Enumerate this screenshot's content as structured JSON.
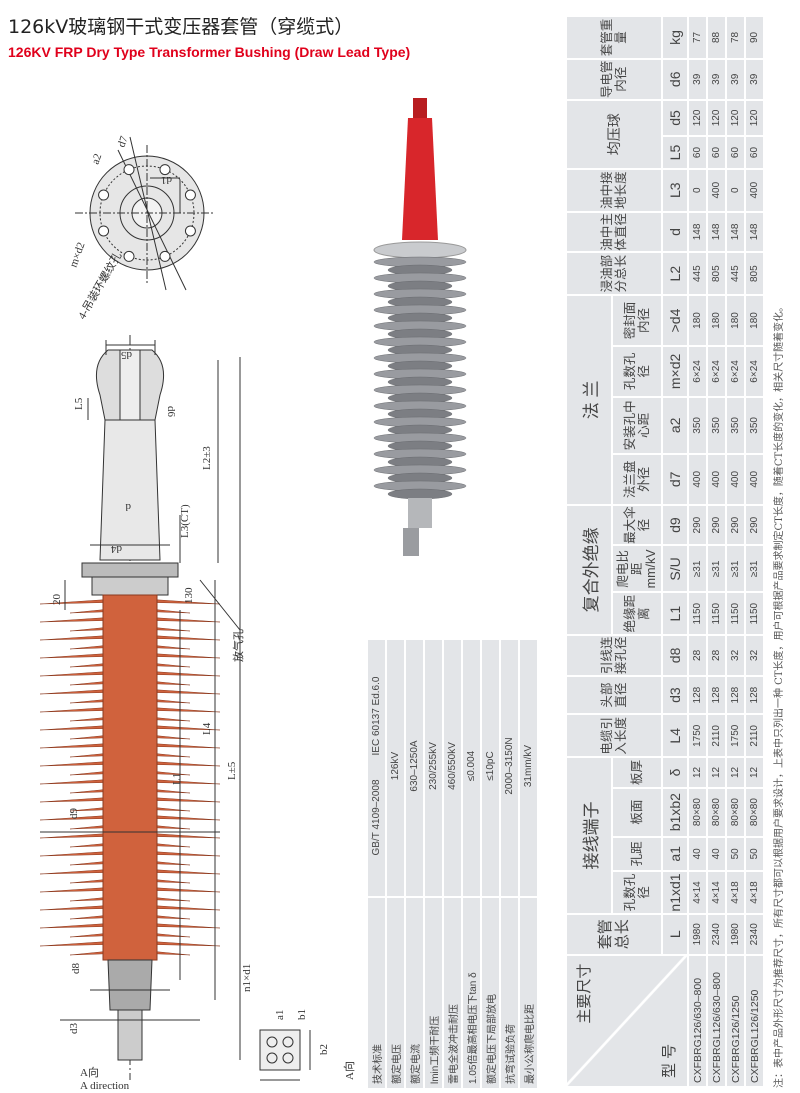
{
  "title": "126kV玻璃钢干式变压器套管（穿缆式）",
  "subtitle": "126KV FRP Dry Type Transformer Bushing (Draw Lead Type)",
  "colors": {
    "subtitle": "#e0001b",
    "insulator": "#d0623d",
    "photo_top": "#d8262b",
    "photo_sheds": "#8d8f94",
    "table_cell": "#e3e5e8"
  },
  "drawing_labels": {
    "d7": "d7",
    "a2": "a2",
    "d1": "d1",
    "mxd2": "m×d2",
    "lifting": "4-吊装环螺纹孔",
    "d5": "d5",
    "L5": "L5",
    "d6": "d6",
    "L2": "L2±3",
    "d": "d",
    "L3": "L3(CT)",
    "d4": "d4",
    "dim20": "20",
    "dim130": "130",
    "vent": "放气孔",
    "L4": "L4",
    "L": "L±5",
    "L1": "L1",
    "d9": "d9",
    "d8": "d8",
    "d3": "d3",
    "a_dir_cn": "A向",
    "a_dir_en": "A direction",
    "n1xd1": "n1×d1",
    "b1": "b1",
    "a1": "a1",
    "b2": "b2",
    "a_view": "A向"
  },
  "spec_table": [
    {
      "label": "技术标准",
      "value": "GB/T 4109–2008",
      "value2": "IEC 60137 Ed.6.0"
    },
    {
      "label": "额定电压",
      "value": "126kV"
    },
    {
      "label": "额定电流",
      "value": "630–1250A"
    },
    {
      "label": "lmin工频干耐压",
      "value": "230/255kV"
    },
    {
      "label": "雷电全波冲击耐压",
      "value": "460/550kV"
    },
    {
      "label": "1.05倍最高相电压下tan δ",
      "value": "≤0.004"
    },
    {
      "label": "额定电压下局部放电",
      "value": "≤10pC"
    },
    {
      "label": "抗弯试验负荷",
      "value": "2000–3150N"
    },
    {
      "label": "最小公称爬电比距",
      "value": "31mm/kV"
    }
  ],
  "main_table": {
    "corner_top": "主要尺寸",
    "corner_bottom": "型 号",
    "groups": {
      "terminal": "接线端子",
      "insulation": "复合外绝缘",
      "flange": "法 兰",
      "ball": "均压球"
    },
    "columns": [
      {
        "label": "套管总长",
        "symbol": "L"
      },
      {
        "label": "孔数孔径",
        "symbol": "n1xd1"
      },
      {
        "label": "孔距",
        "symbol": "a1"
      },
      {
        "label": "板面",
        "symbol": "b1xb2"
      },
      {
        "label": "板厚",
        "symbol": "δ"
      },
      {
        "label": "电缆引入长度",
        "symbol": "L4"
      },
      {
        "label": "头部直径",
        "symbol": "d3"
      },
      {
        "label": "引线连接孔径",
        "symbol": "d8"
      },
      {
        "label": "绝缘距离",
        "symbol": "L1"
      },
      {
        "label": "爬电比距 mm/kV",
        "symbol": "S/U"
      },
      {
        "label": "最大伞径",
        "symbol": "d9"
      },
      {
        "label": "法兰盘外径",
        "symbol": "d7"
      },
      {
        "label": "安装孔中心距",
        "symbol": "a2"
      },
      {
        "label": "孔数孔径",
        "symbol": "m×d2"
      },
      {
        "label": "密封面内径",
        "symbol": ">d4"
      },
      {
        "label": "浸油部分总长",
        "symbol": "L2"
      },
      {
        "label": "油中主体直径",
        "symbol": "d"
      },
      {
        "label": "油中接地长度",
        "symbol": "L3"
      },
      {
        "label": "",
        "symbol": "L5"
      },
      {
        "label": "",
        "symbol": "d5"
      },
      {
        "label": "导电管内径",
        "symbol": "d6"
      },
      {
        "label": "套管重量",
        "symbol": "kg"
      }
    ],
    "rows": [
      {
        "model": "CXFBRG126/630–800",
        "values": [
          "1980",
          "4×14",
          "40",
          "80×80",
          "12",
          "1750",
          "128",
          "28",
          "1150",
          "≥31",
          "290",
          "400",
          "350",
          "6×24",
          "180",
          "445",
          "148",
          "0",
          "60",
          "120",
          "39",
          "77"
        ]
      },
      {
        "model": "CXFBRGL126/630–800",
        "values": [
          "2340",
          "4×14",
          "40",
          "80×80",
          "12",
          "2110",
          "128",
          "28",
          "1150",
          "≥31",
          "290",
          "400",
          "350",
          "6×24",
          "180",
          "805",
          "148",
          "400",
          "60",
          "120",
          "39",
          "88"
        ]
      },
      {
        "model": "CXFBRG126/1250",
        "values": [
          "1980",
          "4×18",
          "50",
          "80×80",
          "12",
          "1750",
          "128",
          "32",
          "1150",
          "≥31",
          "290",
          "400",
          "350",
          "6×24",
          "180",
          "445",
          "148",
          "0",
          "60",
          "120",
          "39",
          "78"
        ]
      },
      {
        "model": "CXFBRGL126/1250",
        "values": [
          "2340",
          "4×18",
          "50",
          "80×80",
          "12",
          "2110",
          "128",
          "32",
          "1150",
          "≥31",
          "290",
          "400",
          "350",
          "6×24",
          "180",
          "805",
          "148",
          "400",
          "60",
          "120",
          "39",
          "90"
        ]
      }
    ],
    "note": "注：表中产品外形尺寸为推荐尺寸，所有尺寸都可以根据用户要求设计，上表中只列出一种 CT长度，用户可根据产品要求制定CT长度，随着CT长度的变化，相关尺寸随着变化。"
  }
}
